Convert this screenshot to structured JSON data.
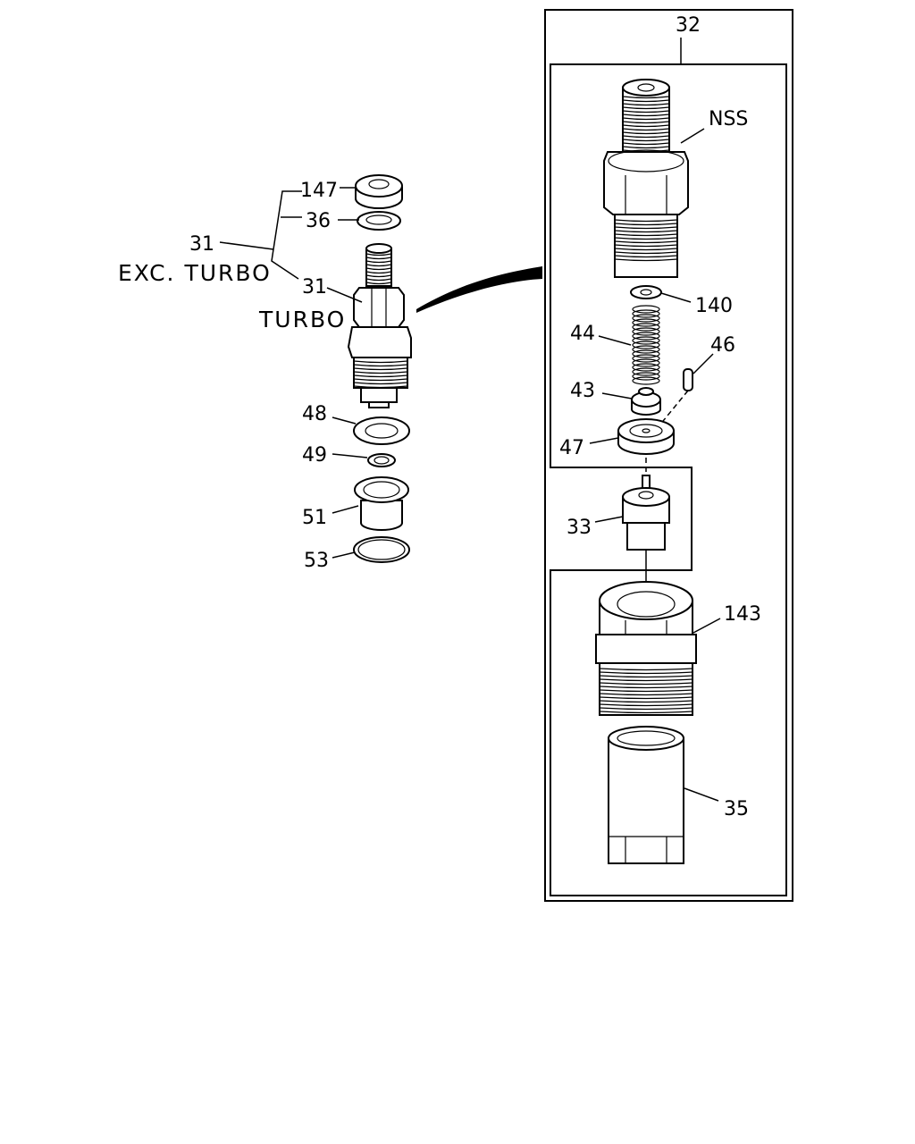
{
  "diagram": {
    "labels": {
      "p147": "147",
      "p36": "36",
      "p31_exc": "31",
      "exc_turbo": "EXC. TURBO",
      "p31_turbo": "31",
      "turbo": "TURBO",
      "p48": "48",
      "p49": "49",
      "p51": "51",
      "p53": "53",
      "p32": "32",
      "nss": "NSS",
      "p140": "140",
      "p44": "44",
      "p46": "46",
      "p43": "43",
      "p47": "47",
      "p33": "33",
      "p143": "143",
      "p35": "35"
    }
  }
}
